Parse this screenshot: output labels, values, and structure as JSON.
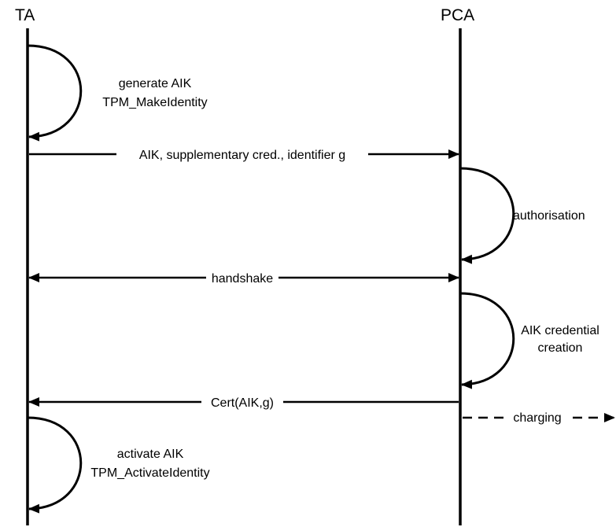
{
  "diagram": {
    "actors": {
      "left": "TA",
      "right": "PCA"
    },
    "steps": {
      "generate_line1": "generate AIK",
      "generate_line2": "TPM_MakeIdentity",
      "request": "AIK, supplementary cred., identifier g",
      "authorisation": "authorisation",
      "handshake": "handshake",
      "credential_line1": "AIK credential",
      "credential_line2": "creation",
      "cert": "Cert(AIK,g)",
      "charging": "charging",
      "activate_line1": "activate AIK",
      "activate_line2": "TPM_ActivateIdentity"
    },
    "colors": {
      "ink": "#000000",
      "background": "#ffffff"
    }
  }
}
